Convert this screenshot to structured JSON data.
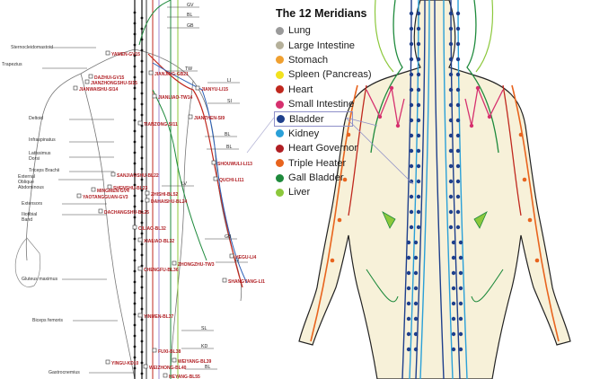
{
  "legend": {
    "title": "The 12 Meridians",
    "items": [
      {
        "label": "Lung",
        "color": "#9a9a9a"
      },
      {
        "label": "Large Intestine",
        "color": "#b5b09a"
      },
      {
        "label": "Stomach",
        "color": "#f0a030"
      },
      {
        "label": "Spleen (Pancreas)",
        "color": "#f2e21e"
      },
      {
        "label": "Heart",
        "color": "#c0281e"
      },
      {
        "label": "Small Intestine",
        "color": "#d6306e"
      },
      {
        "label": "Bladder",
        "color": "#1e3f8c",
        "highlighted": true
      },
      {
        "label": "Kidney",
        "color": "#2aa0d8"
      },
      {
        "label": "Heart Governor",
        "color": "#b01e23"
      },
      {
        "label": "Triple Heater",
        "color": "#e8641e"
      },
      {
        "label": "Gall Bladder",
        "color": "#1e8a3c"
      },
      {
        "label": "Liver",
        "color": "#8cc83c"
      }
    ]
  },
  "left_chart": {
    "muscle_labels": [
      "Sternocleidomastoid",
      "Trapezius",
      "Deltoid",
      "Infraspinatus",
      "Latissimus Dorsi",
      "Triceps Brachii",
      "External Oblique Abdominous",
      "Extensors",
      "Iliotibial Band",
      "Gluteus maximus",
      "Biceps femoris",
      "Gastrocnemius"
    ],
    "meridian_tags": [
      "GV",
      "BL",
      "GB",
      "TW",
      "LI",
      "SI",
      "BL",
      "BL",
      "LV",
      "GB",
      "LI",
      "SL",
      "KD",
      "BL"
    ],
    "points": [
      "YAMEN-GV15",
      "DAZHUI-GV15",
      "JIANZHONGSHU-SI15",
      "JIANWAISHU-SI14",
      "JIANJING-GB21",
      "JIANLIAO-TW14",
      "JIANYU-LI15",
      "TIANZONG-SI11",
      "JIANZHEN-SI9",
      "SHOUWULI-LI13",
      "QUCHI-LI11",
      "SANJIAOSHU-BL22",
      "SHENSHU-BL23",
      "MINGMEN-GV4",
      "ZHISHI-BL52",
      "YAOTANGGUAN-GV3",
      "DAHAISHU-BL24",
      "DACHANGSHU-BL25",
      "CILIAO-BL32",
      "XIALIAO-BL32",
      "ZHONGZHU-TW3",
      "HEGU-LI4",
      "CHENGFU-BL36",
      "SHANGYANG-LI1",
      "YINMEN-BL37",
      "FUXI-BL38",
      "WEIYANG-BL39",
      "YINGU-KD10",
      "WEIZHONG-BL40",
      "HEYANG-BL55"
    ]
  }
}
